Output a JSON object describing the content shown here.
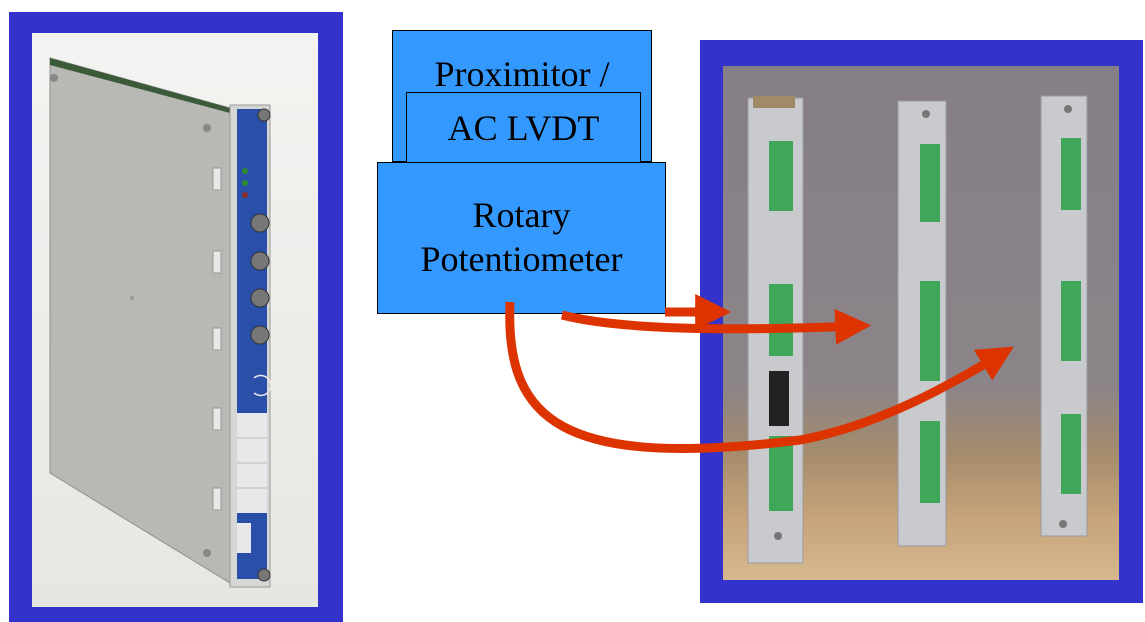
{
  "labels": {
    "proximitor": "Proximitor /",
    "lvdt": "AC LVDT",
    "rotary_line1": "Rotary",
    "rotary_line2": "Potentiometer"
  },
  "colors": {
    "frame": "#3333cc",
    "label_box": "#3399ff",
    "arrow": "#dd3300"
  }
}
